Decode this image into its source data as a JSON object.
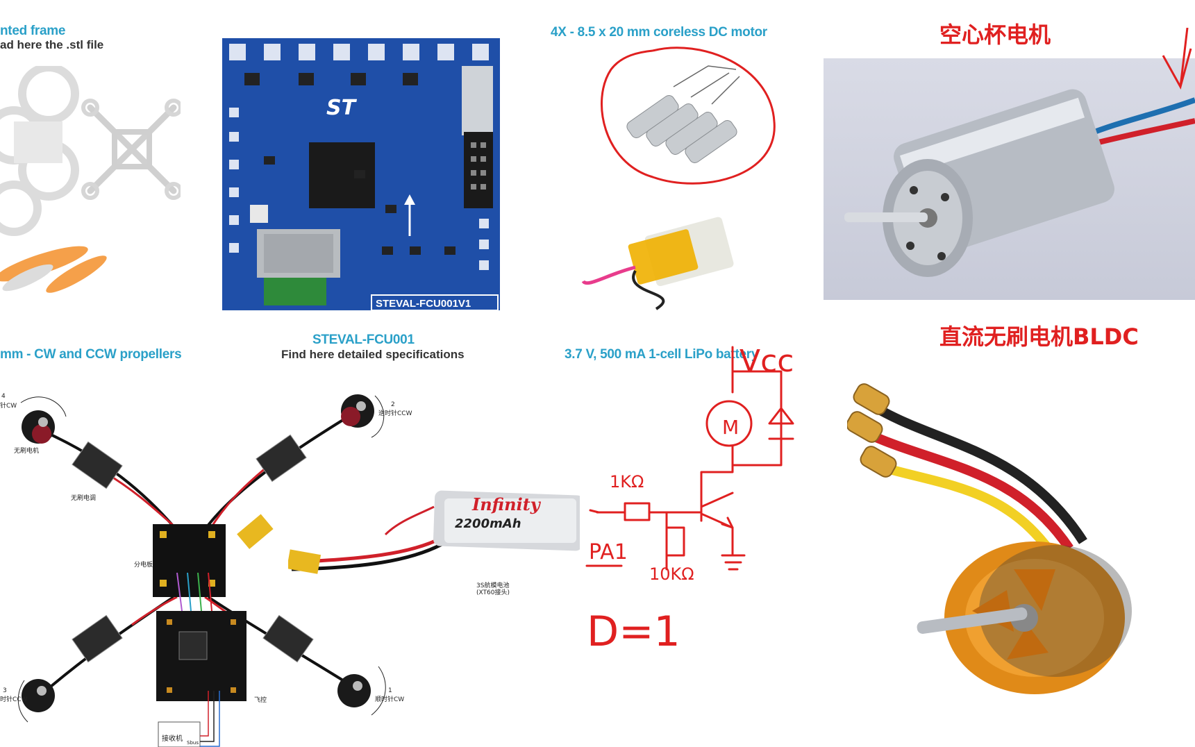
{
  "top_left": {
    "frame_title": "nted frame",
    "frame_sub": "ad here the .stl file",
    "propellers": "mm - CW and CCW propellers"
  },
  "board": {
    "name": "STEVAL-FCU001",
    "sub": "Find here detailed specifications",
    "silk_name": "STEVAL-FCU001V1"
  },
  "motor": {
    "label": "4X - 8.5 x 20 mm coreless DC motor"
  },
  "battery": {
    "label": "3.7 V, 500 mA  1-cell LiPo battery"
  },
  "right": {
    "coreless_title": "空心杯电机",
    "bldc_title": "直流无刷电机BLDC"
  },
  "wiring": {
    "m4": "4",
    "m4_dir": "针CW",
    "m2": "2",
    "m2_dir": "逆时针CCW",
    "m3": "3",
    "m3_dir": "时针CCW",
    "m1": "1",
    "m1_dir": "顺时针CW",
    "brushless_motor": "无刷电机",
    "esc": "无刷电调",
    "pdb": "分电板",
    "fc": "飞控",
    "receiver": "接收机",
    "sbus": "Sbus",
    "battery_note_1": "3S航模电池",
    "battery_note_2": "(XT60接头)",
    "lipo_brand": "Infinity",
    "lipo_cap": "2200mAh"
  },
  "handwriting": {
    "vcc": "Vcc",
    "m": "M",
    "r1": "1KΩ",
    "r2": "10KΩ",
    "pin": "PA1",
    "eq": "D=1"
  },
  "colors": {
    "accent_blue": "#2aa0c8",
    "pen_red": "#e02020",
    "pcb_blue": "#1f4fa8"
  }
}
